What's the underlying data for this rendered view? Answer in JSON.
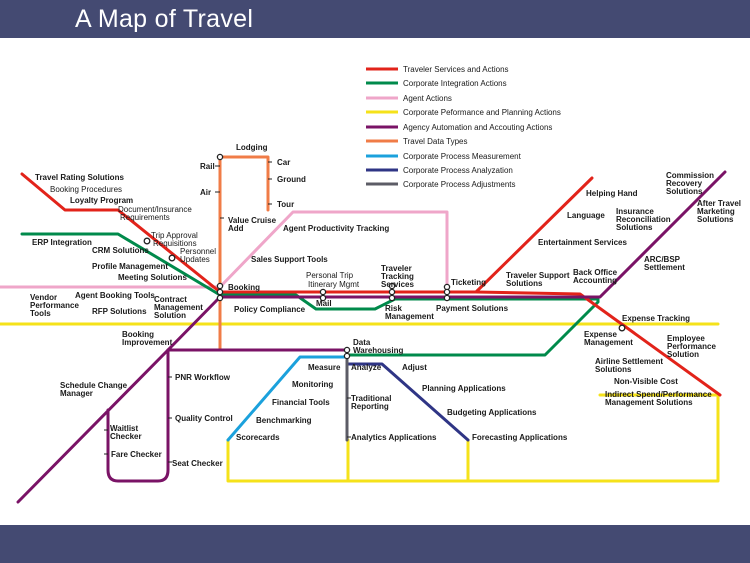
{
  "header": {
    "title": "A Map of Travel"
  },
  "legend": [
    {
      "label": "Traveler Services and Actions",
      "color": "#e2231a"
    },
    {
      "label": "Corporate Integration Actions",
      "color": "#008a4b"
    },
    {
      "label": "Agent Actions",
      "color": "#efa6c9"
    },
    {
      "label": "Corporate Peformance and Planning Actions",
      "color": "#f5e21a"
    },
    {
      "label": "Agency Automation and Accouting Actions",
      "color": "#7a1366"
    },
    {
      "label": "Travel Data Types",
      "color": "#f07c47"
    },
    {
      "label": "Corporate Process Measurement",
      "color": "#1ba1dc"
    },
    {
      "label": "Corporate Process Analyzation",
      "color": "#2f3585"
    },
    {
      "label": "Corporate Process  Adjustments",
      "color": "#5c5c66"
    }
  ],
  "stations": {
    "travel_rating_solutions": "Travel Rating Solutions",
    "booking_procedures": "Booking Procedures",
    "loyalty_program": "Loyalty Program",
    "document_insurance_requirements": [
      "Document/Insurance",
      "Requirements"
    ],
    "erp_integration": "ERP Integration",
    "crm_solutions": "CRM Solutions",
    "trip_approval_requisitions": [
      "Trip Approval",
      "Requisitions"
    ],
    "personnel_updates": [
      "Personnel",
      "Updates"
    ],
    "profile_management": "Profile Management",
    "meeting_solutions": "Meeting Solutions",
    "lodging": "Lodging",
    "rail": "Rail",
    "air": "Air",
    "car": "Car",
    "ground": "Ground",
    "tour": "Tour",
    "value_cruise_add": [
      "Value Cruise",
      "Add"
    ],
    "agent_productivity_tracking": "Agent Productivity Tracking",
    "sales_support_tools": "Sales Support Tools",
    "booking": "Booking",
    "personal_trip": "Personal Trip",
    "itinerary_mgmt": "Itinerary Mgmt",
    "traveler_tracking_services": [
      "Traveler",
      "Tracking",
      "Services"
    ],
    "ticketing": "Ticketing",
    "vendor_performance_tools": [
      "Vendor",
      "Performance",
      "Tools"
    ],
    "agent_booking_tools": "Agent Booking Tools",
    "rfp_solutions": "RFP Solutions",
    "contract_management_solution": [
      "Contract",
      "Management",
      "Solution"
    ],
    "policy_compliance": "Policy Compliance",
    "mail": "Mail",
    "risk_management": [
      "Risk",
      "Management"
    ],
    "payment_solutions": "Payment Solutions",
    "helping_hand": "Helping Hand",
    "language": "Language",
    "insurance_reconciliation_solutions": [
      "Insurance",
      "Reconciliation",
      "Solutions"
    ],
    "entertainment_services": "Entertainment Services",
    "commission_recovery_solutions": [
      "Commission",
      "Recovery",
      "Solutions"
    ],
    "after_travel_marketing_solutions": [
      "After Travel",
      "Marketing",
      "Solutions"
    ],
    "arc_bsp_settlement": [
      "ARC/BSP",
      "Settlement"
    ],
    "traveler_support_solutions": [
      "Traveler Support",
      "Solutions"
    ],
    "back_office_accounting": [
      "Back Office",
      "Accounting"
    ],
    "expense_tracking": "Expense Tracking",
    "expense_management": [
      "Expense",
      "Management"
    ],
    "employee_performance_solution": [
      "Employee",
      "Performance",
      "Solution"
    ],
    "airline_settlement_solutions": [
      "Airline Settlement",
      "Solutions"
    ],
    "non_visible_cost": "Non-Visible Cost",
    "indirect_spend_management": [
      "Indirect Spend/Performance",
      "Management Solutions"
    ],
    "booking_improvement": [
      "Booking",
      "Improvement"
    ],
    "data_warehousing": [
      "Data",
      "Warehousing"
    ],
    "schedule_change_manager": [
      "Schedule Change",
      "Manager"
    ],
    "pnr_workflow": "PNR Workflow",
    "quality_control": "Quality Control",
    "waitlist_checker": [
      "Waitlist",
      "Checker"
    ],
    "fare_checker": "Fare Checker",
    "seat_checker": "Seat Checker",
    "measure": "Measure",
    "monitoring": "Monitoring",
    "financial_tools": "Financial Tools",
    "benchmarking": "Benchmarking",
    "scorecards": "Scorecards",
    "analyze": "Analyze",
    "adjust": "Adjust",
    "traditional_reporting": [
      "Traditional",
      "Reporting"
    ],
    "analytics_applications": "Analytics Applications",
    "planning_applications": "Planning Applications",
    "budgeting_applications": "Budgeting Applications",
    "forecasting_applications": "Forecasting Applications"
  }
}
